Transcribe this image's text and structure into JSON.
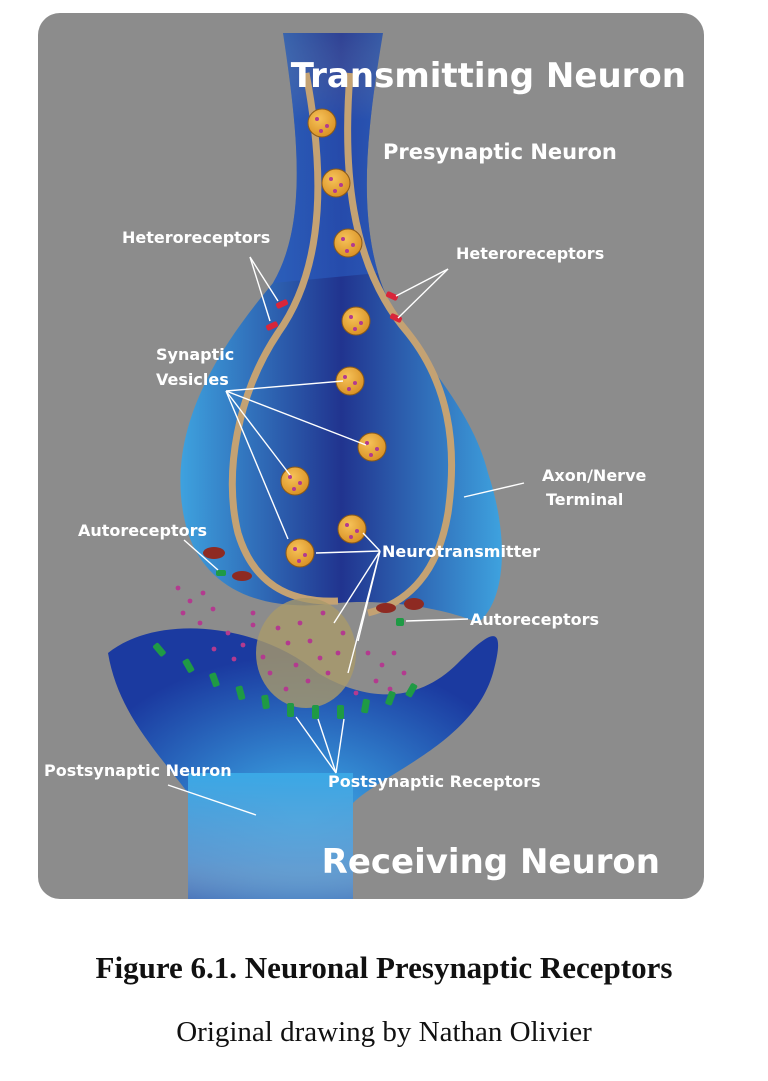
{
  "diagram": {
    "title_top": "Transmitting Neuron",
    "title_bottom": "Receiving Neuron",
    "labels": {
      "presynaptic_neuron": "Presynaptic Neuron",
      "heteroreceptors_left": "Heteroreceptors",
      "heteroreceptors_right": "Heteroreceptors",
      "synaptic_vesicles_line1": "Synaptic",
      "synaptic_vesicles_line2": "Vesicles",
      "axon_terminal_line1": "Axon/Nerve",
      "axon_terminal_line2": "Terminal",
      "autoreceptors_left": "Autoreceptors",
      "autoreceptors_right": "Autoreceptors",
      "neurotransmitter": "Neurotransmitter",
      "postsynaptic_neuron": "Postsynaptic Neuron",
      "postsynaptic_receptors": "Postsynaptic Receptors"
    },
    "colors": {
      "panel_background": "#8c8c8c",
      "neuron_dark_blue": "#1b2f8f",
      "neuron_light_blue": "#3aa3e3",
      "vesicle_orange": "#e8a43a",
      "vesicle_dots": "#b33a8f",
      "heteroreceptor_red": "#d8263a",
      "receptor_green": "#1f9a45",
      "autoreceptor_dark_red": "#8e2a22",
      "membrane_tan": "#c4a273"
    }
  },
  "caption": {
    "title": "Figure 6.1. Neuronal Presynaptic Receptors",
    "credit": "Original drawing by Nathan Olivier"
  }
}
